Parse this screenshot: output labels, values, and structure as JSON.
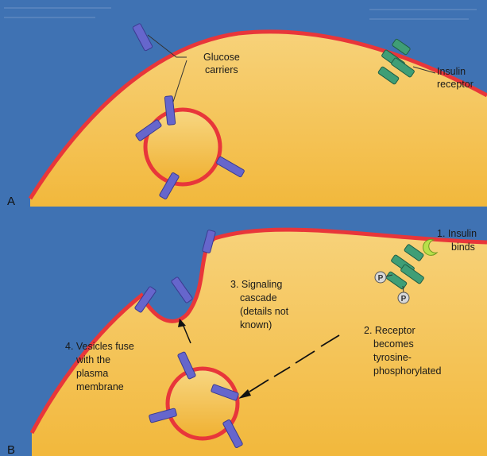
{
  "colors": {
    "background": "#3f72b3",
    "cytoplasm": "#f5c550",
    "membrane": "#e8363a",
    "carrier": "#6666cc",
    "receptor": "#3f9e76",
    "insulin": "#b8e04a"
  },
  "panel_a": {
    "label": "A",
    "glucose_carriers": [
      "Glucose",
      "carriers"
    ],
    "insulin_receptor": [
      "Insulin",
      "receptor"
    ]
  },
  "panel_b": {
    "label": "B",
    "step1": [
      "1. Insulin",
      "binds"
    ],
    "step2": [
      "2. Receptor",
      "becomes",
      "tyrosine-",
      "phosphorylated"
    ],
    "step3": [
      "3. Signaling",
      "cascade",
      "(details not",
      "known)"
    ],
    "step4": [
      "4. Vesicles fuse",
      "with the",
      "plasma",
      "membrane"
    ],
    "phosphate": "P"
  }
}
